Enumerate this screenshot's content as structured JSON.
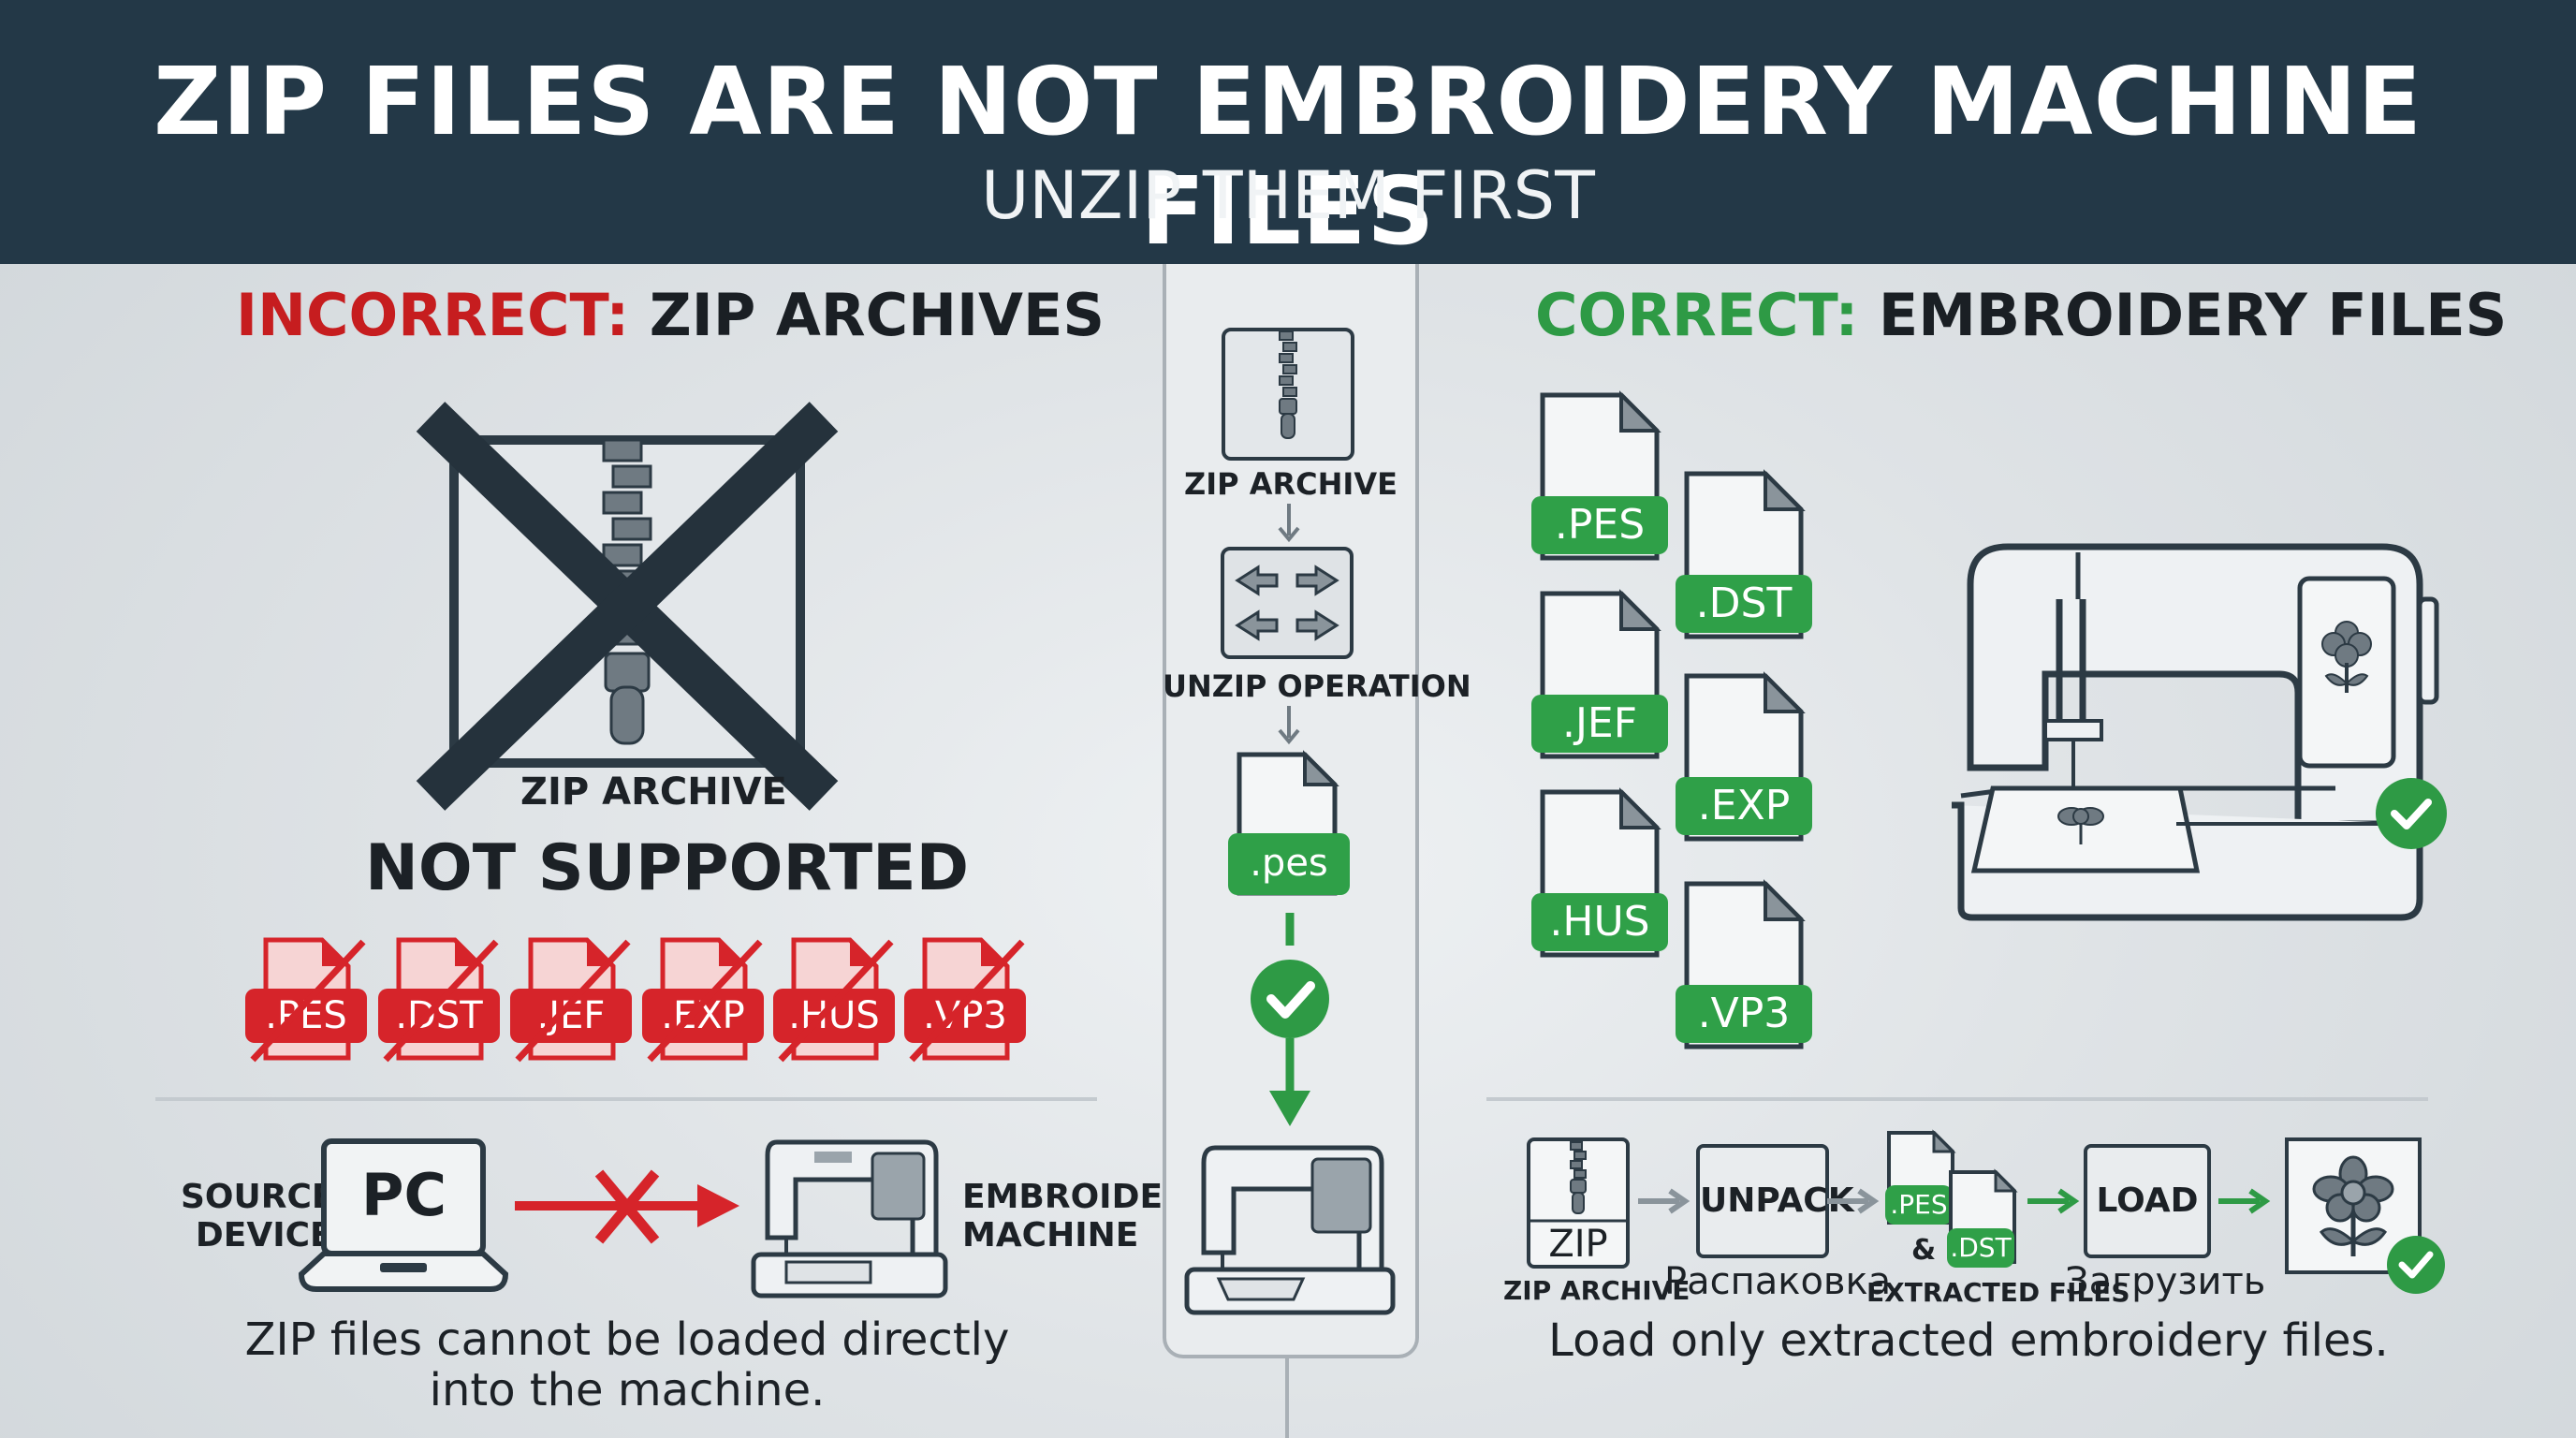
{
  "header": {
    "title": "ZIP FILES ARE NOT EMBROIDERY MACHINE FILES",
    "subtitle": "UNZIP THEM FIRST"
  },
  "left": {
    "title_prefix": "INCORRECT:",
    "title_rest": "ZIP ARCHIVES",
    "archive_label": "ZIP ARCHIVE",
    "not_supported": "NOT SUPPORTED",
    "blocked_formats": [
      ".PES",
      ".DST",
      ".JEF",
      ".EXP",
      ".HUS",
      ".VP3"
    ],
    "source_label_line1": "SOURCE",
    "source_label_line2": "DEVICE",
    "pc_label": "PC",
    "machine_label_line1": "EMBROIDERY",
    "machine_label_line2": "MACHINE",
    "caption_line1": "ZIP files cannot be loaded directly",
    "caption_line2": "into the machine."
  },
  "center": {
    "archive_label": "ZIP ARCHIVE",
    "unzip_label": "UNZIP OPERATION",
    "file_ext": ".pes"
  },
  "right": {
    "title_prefix": "CORRECT:",
    "title_rest": "EMBROIDERY FILES",
    "formats_col1": [
      ".PES",
      ".JEF",
      ".HUS"
    ],
    "formats_col2": [
      ".DST",
      ".EXP",
      ".VP3"
    ],
    "flow": {
      "zip_icon_label": "ZIP",
      "zip_caption": "ZIP ARCHIVE",
      "unpack_label": "UNPACK",
      "unpack_caption": "Распаковка",
      "file_a": ".PES",
      "amp": "&",
      "file_b": ".DST",
      "files_caption": "EXTRACTED FILES",
      "load_label": "LOAD",
      "load_caption": "Загрузить"
    },
    "caption": "Load only extracted embroidery files."
  },
  "colors": {
    "header": "#233847",
    "red": "#c61d1f",
    "green": "#2e9a45"
  }
}
